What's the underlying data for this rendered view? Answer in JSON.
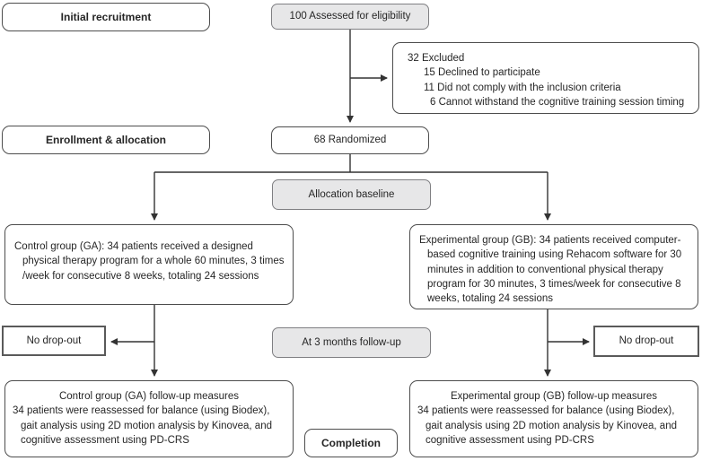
{
  "diagram": {
    "type": "consort-flowchart",
    "colors": {
      "shaded_box_fill": "#e7e7e8",
      "shaded_box_border": "#7f7f82",
      "box_border": "#4d4d4d",
      "connector_line": "#333333",
      "text": "#262626",
      "background": "#ffffff"
    },
    "stages": {
      "initial_recruitment": "Initial recruitment",
      "enrollment_allocation": "Enrollment & allocation",
      "completion": "Completion"
    },
    "nodes": {
      "assessed": "100 Assessed for eligibility",
      "excluded": {
        "title": "32 Excluded",
        "reasons": [
          "15 Declined to participate",
          "11 Did not comply with the inclusion criteria",
          "6 Cannot withstand the cognitive training session timing"
        ]
      },
      "randomized": "68 Randomized",
      "allocation_baseline": "Allocation baseline",
      "control_group": "Control group (GA): 34 patients received a designed physical therapy program for a whole 60 minutes, 3 times /week for consecutive 8 weeks, totaling 24 sessions",
      "experimental_group": "Experimental group (GB): 34 patients received computer-based cognitive training using Rehacom software for 30 minutes in addition to conventional physical therapy program for 30 minutes, 3 times/week for consecutive 8 weeks, totaling 24 sessions",
      "no_dropout_left": "No drop-out",
      "followup_label": "At 3 months follow-up",
      "no_dropout_right": "No drop-out",
      "control_followup": {
        "title": "Control group (GA) follow-up measures",
        "body": "34 patients were reassessed for balance (using Biodex), gait analysis using 2D motion analysis by Kinovea, and cognitive assessment using PD-CRS"
      },
      "experimental_followup": {
        "title": "Experimental group (GB)  follow-up measures",
        "body": "34 patients were reassessed for balance (using Biodex), gait analysis using 2D motion analysis by Kinovea, and cognitive assessment using PD-CRS"
      }
    }
  }
}
